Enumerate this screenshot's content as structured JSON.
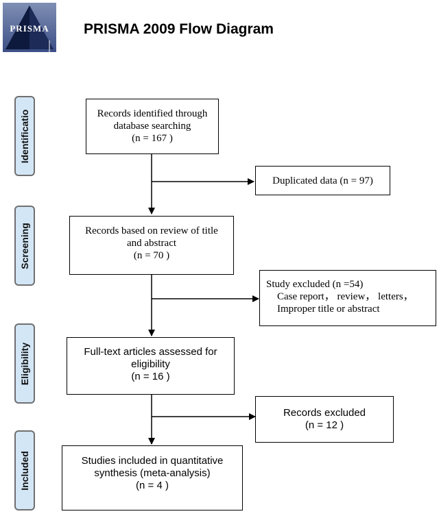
{
  "logo": {
    "text": "PRISMA"
  },
  "title": "PRISMA 2009 Flow Diagram",
  "stages": {
    "identification": "Identificatio",
    "screening": "Screening",
    "eligibility": "Eligibility",
    "included": "Included"
  },
  "boxes": {
    "identified": {
      "line1": "Records identified through",
      "line2": "database searching",
      "count": "(n =  167 )"
    },
    "duplicated": {
      "text": "Duplicated data (n =  97)"
    },
    "screened": {
      "line1": "Records based on review of title",
      "line2": "and abstract",
      "count": "(n =  70 )"
    },
    "excluded_study": {
      "line1": "Study excluded (n =54)",
      "line2": "Case report， review， letters，",
      "line3": "Improper title or abstract"
    },
    "fulltext": {
      "line1": "Full-text articles assessed for",
      "line2": "eligibility",
      "count": "(n = 16  )"
    },
    "records_excluded": {
      "line1": "Records excluded",
      "count": "(n =   12 )"
    },
    "included": {
      "line1": "Studies included in quantitative",
      "line2": "synthesis (meta-analysis)",
      "count": "(n = 4 )"
    }
  }
}
